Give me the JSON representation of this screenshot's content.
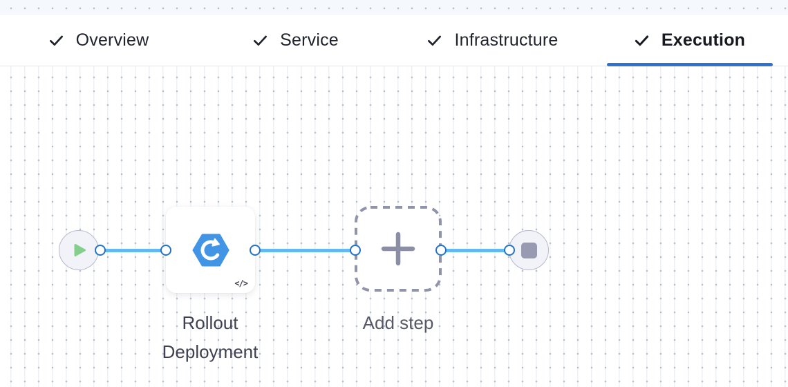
{
  "tab_bar": {
    "items": [
      {
        "label": "Overview",
        "checked": true,
        "active": false
      },
      {
        "label": "Service",
        "checked": true,
        "active": false
      },
      {
        "label": "Infrastructure",
        "checked": true,
        "active": false
      },
      {
        "label": "Execution",
        "checked": true,
        "active": true
      }
    ]
  },
  "pipeline": {
    "start_node": {
      "icon": "play-icon"
    },
    "step_node": {
      "label": "Rollout Deployment",
      "icon": "rollout-deployment-icon",
      "code_badge": "</>"
    },
    "add_step_node": {
      "label": "Add step",
      "icon": "plus-icon"
    },
    "end_node": {
      "icon": "stop-icon"
    }
  },
  "colors": {
    "active_tab_underline": "#3272cb",
    "tab_text": "#1e222b",
    "connector_blue": "#63b9f1",
    "port_border_blue": "#2272c8",
    "play_green": "#84cf8c",
    "step_icon_blue": "#4294e5",
    "stop_gray": "#989ab1",
    "node_fill": "#f2f2f9",
    "node_border": "#b7b8cf",
    "dashed_border": "#9094ab",
    "grid_dot": "#b7bec9",
    "grid_line": "#e9f2f9"
  }
}
